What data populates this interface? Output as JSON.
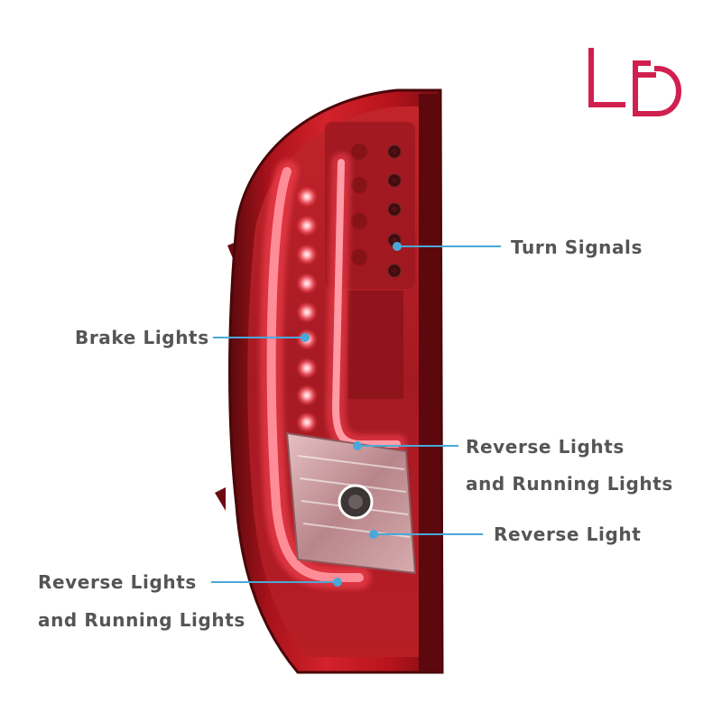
{
  "logo": {
    "text": "LED",
    "color": "#d11f4f"
  },
  "callouts": {
    "turn_signals": "Turn Signals",
    "brake_lights": "Brake Lights",
    "reverse_running_upper": [
      "Reverse Lights",
      "and Running Lights"
    ],
    "reverse_light": "Reverse Light",
    "reverse_running_lower": [
      "Reverse Lights",
      "and Running Lights"
    ]
  },
  "colors": {
    "lens_red": "#c81a22",
    "lens_dark": "#6e0b10",
    "light_bar": "#ff6b78",
    "leader_line": "#4aa8d8",
    "label_text": "#555555"
  }
}
